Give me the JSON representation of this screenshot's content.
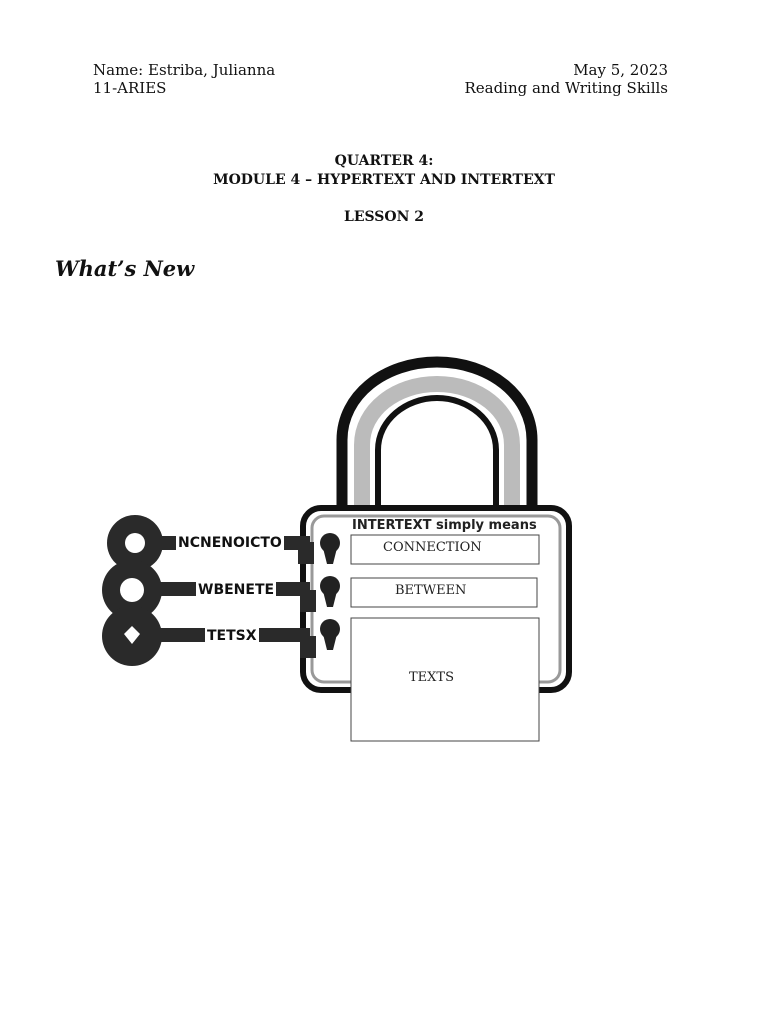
{
  "header": {
    "name": "Name: Estriba, Julianna",
    "section": "11-ARIES",
    "date": "May 5, 2023",
    "subject": "Reading and Writing Skills"
  },
  "titles": {
    "quarter": "QUARTER 4:",
    "module": "MODULE 4 – HYPERTEXT AND INTERTEXT",
    "lesson": "LESSON 2"
  },
  "section_heading": "What’s New",
  "lock": {
    "title": "INTERTEXT simply means",
    "answers": [
      "CONNECTION",
      "BETWEEN",
      "TEXTS"
    ]
  },
  "keys": [
    "NCNENOICTO",
    "WBENETE",
    "TETSX"
  ]
}
